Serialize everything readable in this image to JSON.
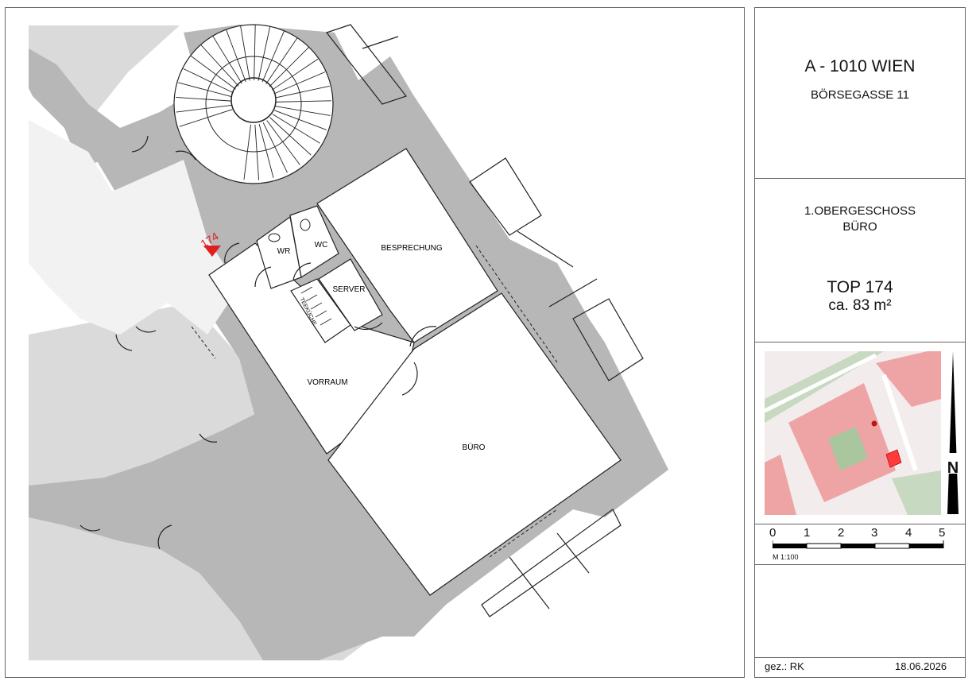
{
  "address": {
    "city": "A - 1010 WIEN",
    "street": "BÖRSEGASSE 11"
  },
  "floor": {
    "level": "1.OBERGESCHOSS",
    "use": "BÜRO"
  },
  "unit": {
    "top": "TOP 174",
    "area": "ca. 83 m²"
  },
  "marker": {
    "number": "174",
    "color": "#e02020"
  },
  "rooms": {
    "wr": "WR",
    "wc": "WC",
    "besprechung": "BESPRECHUNG",
    "server": "SERVER",
    "teekueche": "TEEKÜCHE",
    "vorraum": "VORRAUM",
    "buero": "BÜRO"
  },
  "scale": {
    "ticks": [
      "0",
      "1",
      "2",
      "3",
      "4",
      "5"
    ],
    "label": "M 1:100"
  },
  "north_label": "N",
  "footer": {
    "drawn_by": "gez.: RK",
    "date": "18.06.2026"
  },
  "colors": {
    "wall": "#b7b7b7",
    "neighbor_floor": "#dadada",
    "map_building": "#eea4a4",
    "unit_highlight": "#ff3b3b"
  }
}
